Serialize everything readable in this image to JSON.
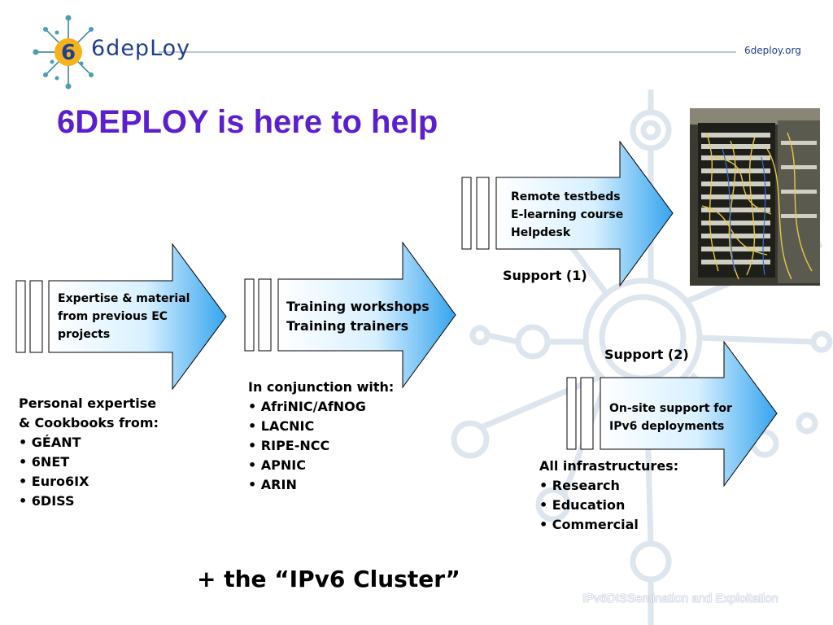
{
  "logo": {
    "text": "6depLoy"
  },
  "header": {
    "site": "6deploy.org"
  },
  "title": "6DEPLOY is here to help",
  "arrows": [
    {
      "lines": [
        "Expertise & material",
        "from previous EC",
        "projects"
      ]
    },
    {
      "lines": [
        "Training workshops",
        "Training trainers"
      ]
    },
    {
      "lines": [
        "Remote testbeds",
        "E-learning course",
        "Helpdesk"
      ]
    },
    {
      "lines": [
        "On-site support for",
        "IPv6 deployments"
      ]
    }
  ],
  "personal": {
    "intro": [
      "Personal expertise",
      "& Cookbooks from:"
    ],
    "items": [
      "GÉANT",
      "6NET",
      "Euro6IX",
      "6DISS"
    ]
  },
  "conjunction": {
    "intro": "In conjunction with:",
    "items": [
      "AfriNIC/AfNOG",
      "LACNIC",
      "RIPE-NCC",
      "APNIC",
      "ARIN"
    ]
  },
  "support1": "Support (1)",
  "support2": "Support (2)",
  "infra": {
    "intro": "All infrastructures:",
    "items": [
      "Research",
      "Education",
      "Commercial"
    ]
  },
  "cluster": "+ the “IPv6 Cluster”",
  "footer": "IPv6DISSemination and Exploitation",
  "colors": {
    "title": "#5b1fd0",
    "arrow_light": "#e6f6ff",
    "arrow_dark": "#3aa8f0",
    "decor": "#dbe3ec"
  }
}
